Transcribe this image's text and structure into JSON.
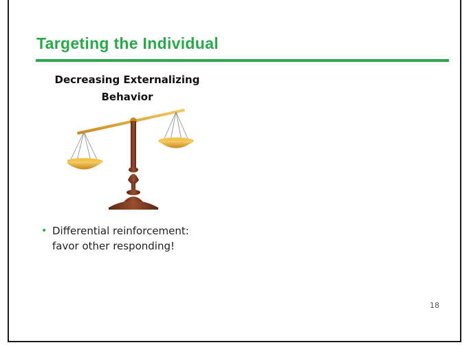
{
  "slide": {
    "title": "Targeting the Individual",
    "subtitle_line1": "Decreasing Externalizing",
    "subtitle_line2": "Behavior",
    "image": "balance-scale-illustration",
    "bullets": [
      {
        "line1": "Differential reinforcement:",
        "line2": "favor other responding!"
      }
    ],
    "page_number": "18"
  },
  "colors": {
    "accent": "#2aa84a",
    "scale_wood": "#7a3a22",
    "scale_brass": "#e0a32a"
  }
}
